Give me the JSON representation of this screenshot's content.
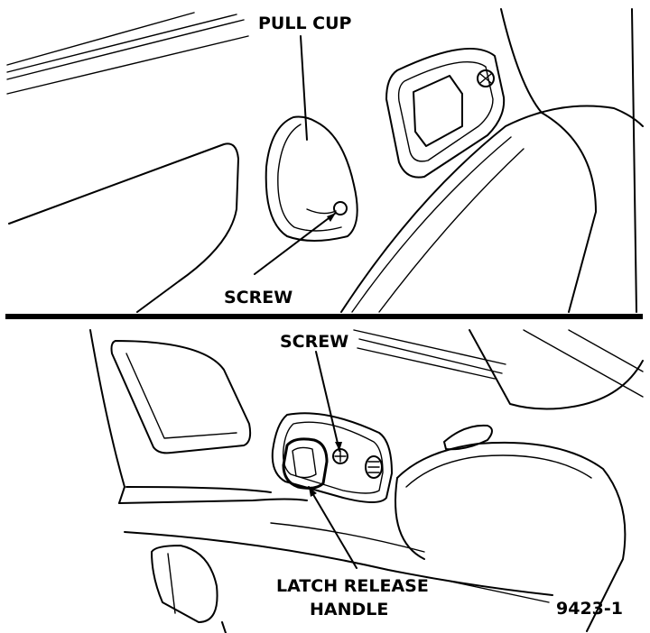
{
  "labels": {
    "pull_cup": "PULL CUP",
    "screw_top": "SCREW",
    "screw_bottom": "SCREW",
    "latch_line1": "LATCH RELEASE",
    "latch_line2": "HANDLE",
    "figure_number": "9423-1"
  },
  "colors": {
    "ink": "#000000",
    "paper": "#ffffff"
  }
}
